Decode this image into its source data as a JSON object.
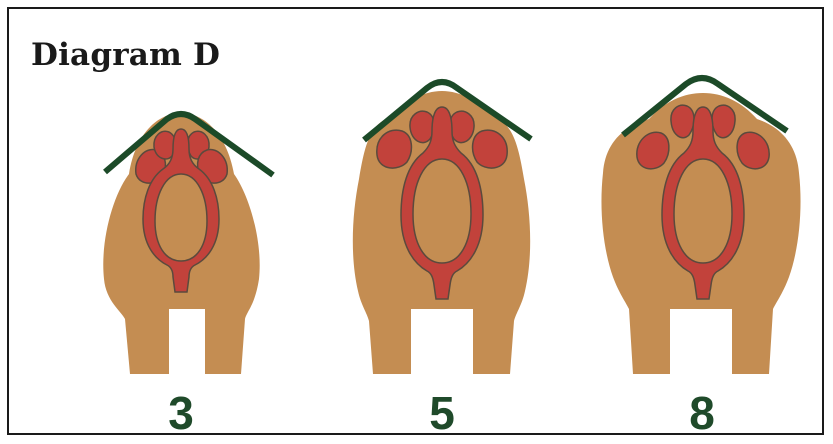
{
  "title": "Diagram D",
  "colors": {
    "body": "#c48d52",
    "muscle": "#c2423b",
    "outline": "#5b4a3d",
    "topline": "#1c4a28",
    "score_text": "#1f4a2a"
  },
  "figures": [
    {
      "score": "3",
      "shape": "thin"
    },
    {
      "score": "5",
      "shape": "moderate"
    },
    {
      "score": "8",
      "shape": "fleshy"
    }
  ]
}
